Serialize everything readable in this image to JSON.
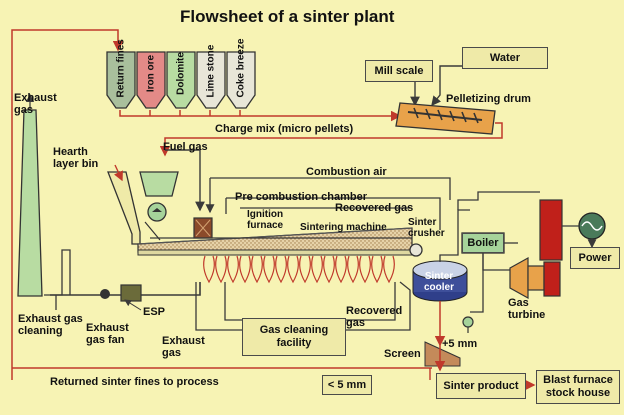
{
  "title": "Flowsheet of a sinter plant",
  "bins": [
    {
      "label": "Return fines",
      "color": "#a9bf9c"
    },
    {
      "label": "Iron ore",
      "color": "#e38a87"
    },
    {
      "label": "Dolomite",
      "color": "#b8dca2"
    },
    {
      "label": "Lime stone",
      "color": "#e8e6d8"
    },
    {
      "label": "Coke breeze",
      "color": "#e8e6d8"
    }
  ],
  "labels": {
    "exhaust_gas_top": "Exhaust gas",
    "mill_scale": "Mill scale",
    "water": "Water",
    "pelletizing_drum": "Pelletizing drum",
    "charge_mix": "Charge mix (micro pellets)",
    "hearth_layer_bin": "Hearth layer bin",
    "fuel_gas": "Fuel gas",
    "combustion_air": "Combustion air",
    "pre_combustion_chamber": "Pre combustion chamber",
    "recovered_gas_top": "Recovered gas",
    "ignition_furnace": "Ignition furnace",
    "sintering_machine": "Sintering machine",
    "sinter_crusher": "Sinter crusher",
    "boiler": "Boiler",
    "power": "Power",
    "sinter_cooler": "Sinter cooler",
    "gas_turbine": "Gas turbine",
    "exhaust_gas_cleaning": "Exhaust gas cleaning",
    "esp": "ESP",
    "exhaust_gas_fan": "Exhaust gas fan",
    "exhaust_gas_bottom": "Exhaust gas",
    "gas_cleaning_facility": "Gas cleaning facility",
    "recovered_gas_bottom": "Recovered gas",
    "screen": "Screen",
    "plus_5mm": "+5 mm",
    "minus_5mm": "< 5 mm",
    "returned_fines": "Returned sinter fines to process",
    "sinter_product": "Sinter product",
    "blast_furnace": "Blast furnace stock house"
  },
  "colors": {
    "background": "#f7f3b4",
    "line": "#3a3a3a",
    "arrow": "#c0392b",
    "boiler": "#a6d39a",
    "drum": "#e8a24a",
    "chimney": "#b8dca2",
    "red_block": "#c0201a",
    "cooler": "#2f3f8a",
    "burner": "#7fc87f"
  }
}
